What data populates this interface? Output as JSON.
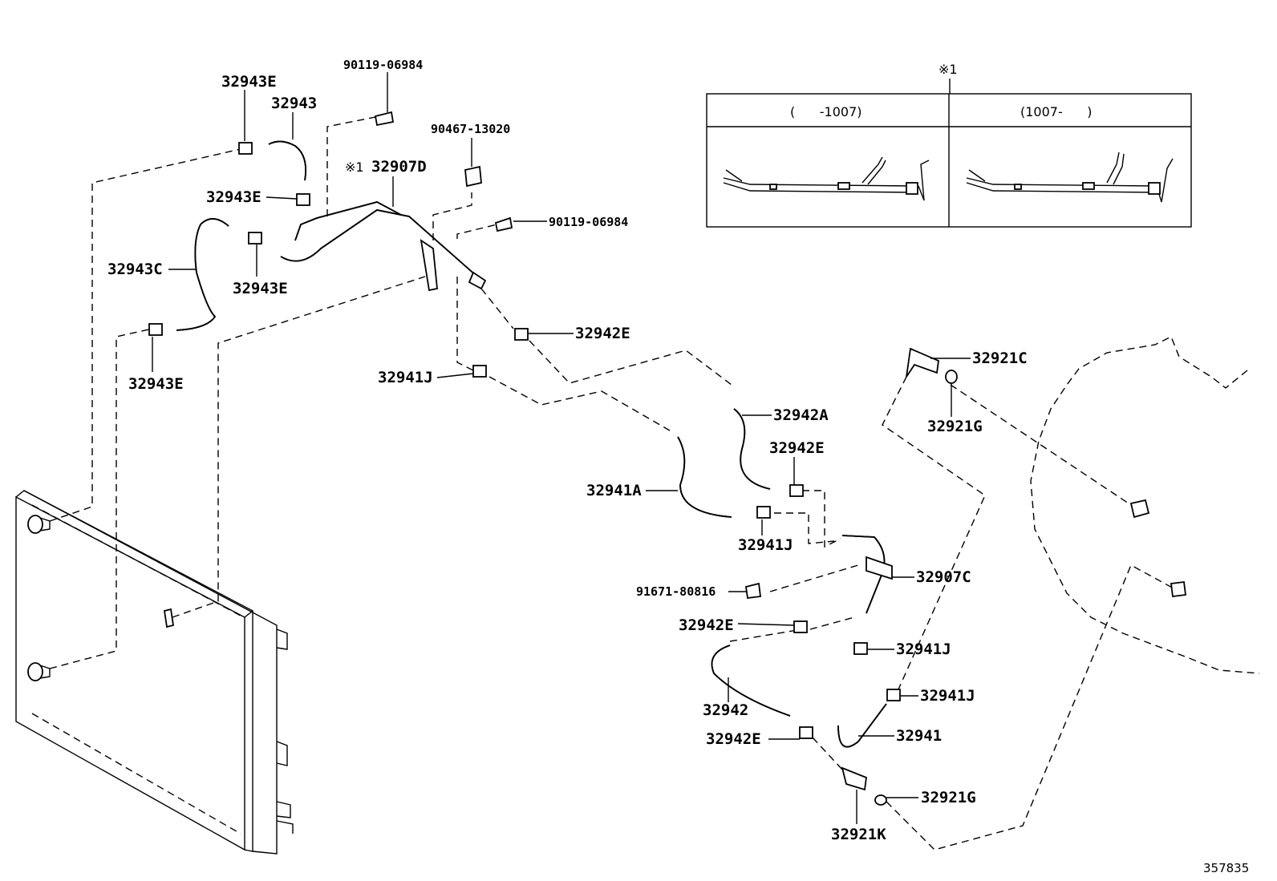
{
  "labels": {
    "p32943E_a": "32943E",
    "p32943": "32943",
    "p90119_a": "90119-06984",
    "p90467": "90467-13020",
    "p32907D": "32907D",
    "ref1_a": "※1",
    "p32943E_b": "32943E",
    "p90119_b": "90119-06984",
    "p32943C": "32943C",
    "p32943E_c": "32943E",
    "p32942E_a": "32942E",
    "p32943E_d": "32943E",
    "p32941J_a": "32941J",
    "p32921C": "32921C",
    "p32942A": "32942A",
    "p32921G_a": "32921G",
    "p32942E_b": "32942E",
    "p32941A": "32941A",
    "p32941J_b": "32941J",
    "p32907C": "32907C",
    "p91671": "91671-80816",
    "p32942E_c": "32942E",
    "p32941J_c": "32941J",
    "p32941J_d": "32941J",
    "p32942": "32942",
    "p32941": "32941",
    "p32942E_d": "32942E",
    "p32921G_b": "32921G",
    "p32921K": "32921K"
  },
  "inset": {
    "ref": "※1",
    "left_header": "(      -1007)",
    "right_header": "(1007-      )"
  },
  "diagram_id": "357835"
}
